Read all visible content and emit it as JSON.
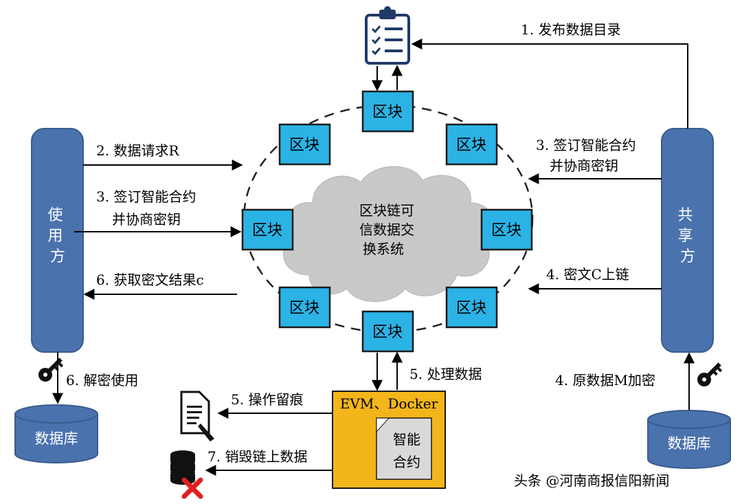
{
  "labels": {
    "step1": "1. 发布数据目录",
    "step2": "2. 数据请求R",
    "step3_left_line1": "3. 签订智能合约",
    "step3_left_line2": "并协商密钥",
    "step3_right_line1": "3. 签订智能合约",
    "step3_right_line2": "并协商密钥",
    "step4_right": "4. 密文C上链",
    "step4_bottom": "4. 原数据M加密",
    "step5_process": "5. 处理数据",
    "step5_trace": "5. 操作留痕",
    "step6_get": "6. 获取密文结果c",
    "step6_decrypt": "6. 解密使用",
    "step7": "7. 销毁链上数据"
  },
  "nodes": {
    "user": "使用方",
    "sharer": "共享方",
    "db_left": "数据库",
    "db_right": "数据库",
    "block": "区块",
    "cloud_line1": "区块链可",
    "cloud_line2": "信数据交",
    "cloud_line3": "换系统",
    "evm": "EVM、Docker",
    "contract_line1": "智能",
    "contract_line2": "合约"
  },
  "watermark": "头条 @河南商报信阳新闻",
  "colors": {
    "block": "#2bb3e6",
    "pillar": "#4a72ad",
    "evm_box": "#f2b51a",
    "cloud": "#c8c8c8",
    "delete": "#e02020"
  },
  "icons": [
    "clipboard-checklist-icon",
    "key-icon",
    "document-pen-icon",
    "database-delete-icon"
  ]
}
